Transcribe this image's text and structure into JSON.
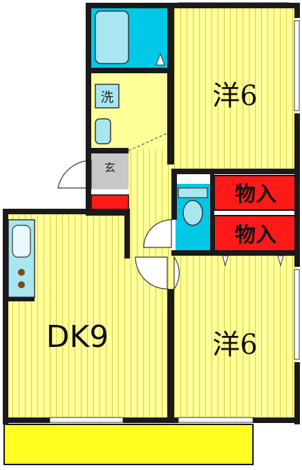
{
  "rooms": {
    "western_top": {
      "label": "洋6"
    },
    "western_bottom": {
      "label": "洋6"
    },
    "dining_kitchen": {
      "label": "DK9"
    },
    "storage_top": {
      "label": "物入"
    },
    "storage_bottom": {
      "label": "物入"
    },
    "washroom": {
      "label": "洗"
    },
    "entrance": {
      "label": "玄"
    }
  },
  "colors": {
    "floor": "#ffff99",
    "floor_stripe": "#d8cc44",
    "wall": "#1a1a1a",
    "bath": "#00c8e6",
    "fixture": "#a8e6f2",
    "storage": "#ff1a1a",
    "balcony": "#ffff22",
    "entrance": "#c8c8c8"
  }
}
